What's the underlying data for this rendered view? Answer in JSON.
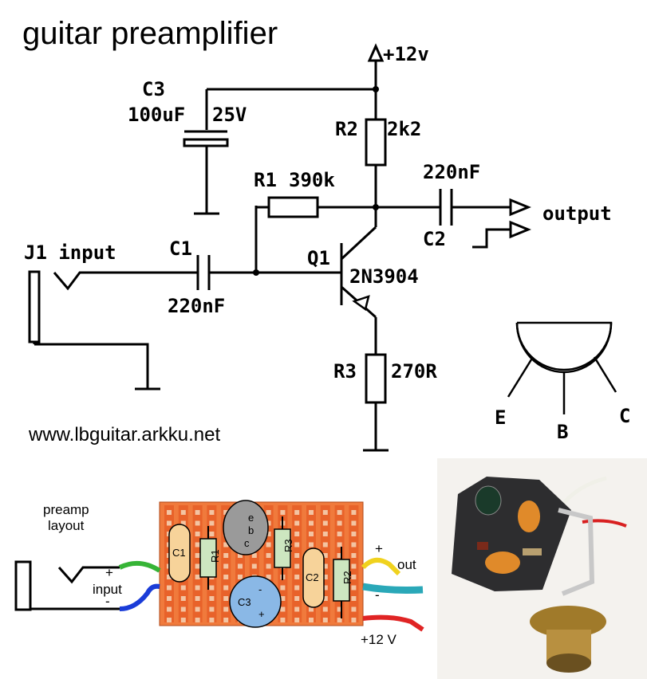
{
  "title": "guitar preamplifier",
  "url": "www.lbguitar.arkku.net",
  "schematic": {
    "supply": "+12v",
    "c3_name": "C3",
    "c3_value": "100uF",
    "c3_voltage": "25V",
    "r2_name": "R2",
    "r2_value": "2k2",
    "r1_name": "R1",
    "r1_value": "390k",
    "c2_value": "220nF",
    "c2_name": "C2",
    "output": "output",
    "j1": "J1 input",
    "c1_name": "C1",
    "c1_value": "220nF",
    "q1_name": "Q1",
    "q1_part": "2N3904",
    "r3_name": "R3",
    "r3_value": "270R"
  },
  "pinout": {
    "e": "E",
    "b": "B",
    "c": "C"
  },
  "layout": {
    "heading_line1": "preamp",
    "heading_line2": "layout",
    "input_label": "input",
    "plus": "+",
    "minus": "-",
    "out_label": "out",
    "supply_label": "+12 V",
    "c1": "C1",
    "r1": "R1",
    "r3": "R3",
    "c2": "C2",
    "r2": "R2",
    "c3": "C3",
    "q_e": "e",
    "q_b": "b",
    "q_c": "c",
    "c3_minus": "-",
    "c3_plus": "+",
    "colors": {
      "board": "#f07a3c",
      "strip": "#e8622a",
      "hole": "#f3c4a2",
      "cap_film": "#f7d39a",
      "resistor": "#cde6c0",
      "electrolytic": "#8ab8e6",
      "transistor": "#9a9a9a",
      "wire_green": "#36b436",
      "wire_blue": "#1a3cd8",
      "wire_yellow": "#f0d21e",
      "wire_teal": "#2aa8b8",
      "wire_red": "#e02424"
    }
  },
  "photo": {
    "caption": ""
  }
}
